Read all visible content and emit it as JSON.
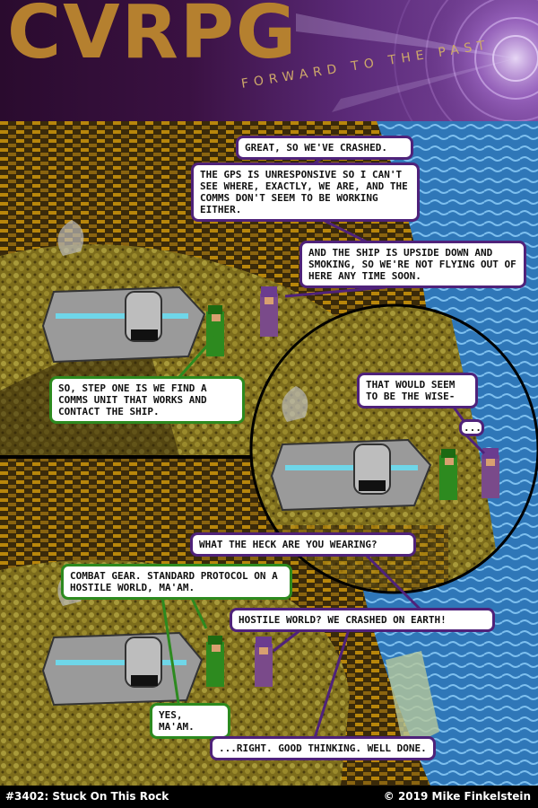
{
  "header": {
    "title": "CVRPG",
    "subtitle": "FORWARD TO THE PAST",
    "colors": {
      "title": "#b5802f",
      "background": "#3a1142",
      "glow": "#c9a0e8"
    }
  },
  "comic": {
    "dialogue": [
      {
        "id": "b1",
        "speaker": "woman",
        "text": "Great, so we've crashed."
      },
      {
        "id": "b2",
        "speaker": "woman",
        "text": "The GPS is unresponsive so I can't see where, exactly, we are, and the comms don't seem to be working either."
      },
      {
        "id": "b3",
        "speaker": "woman",
        "text": "And the ship is upside down and smoking, so we're not flying out of here any time soon."
      },
      {
        "id": "b4",
        "speaker": "soldier",
        "text": "So, step one is we find a comms unit that works and contact the ship."
      },
      {
        "id": "b5",
        "speaker": "woman",
        "text": "That would seem to be the wise-"
      },
      {
        "id": "b6",
        "speaker": "woman",
        "text": "..."
      },
      {
        "id": "b7",
        "speaker": "woman",
        "text": "What the heck are you wearing?"
      },
      {
        "id": "b8",
        "speaker": "soldier",
        "text": "Combat gear. Standard protocol on a hostile world, ma'am."
      },
      {
        "id": "b9",
        "speaker": "woman",
        "text": "Hostile world? We crashed on Earth!"
      },
      {
        "id": "b10",
        "speaker": "soldier",
        "text": "Yes, ma'am."
      },
      {
        "id": "b11",
        "speaker": "woman",
        "text": "...Right. Good thinking. Well done."
      }
    ],
    "colors": {
      "woman_border": "#4f227a",
      "soldier_border": "#2d8a1f",
      "ground": "#8a7a22",
      "water": "#3f8fd0"
    }
  },
  "footer": {
    "episode": "#3402: Stuck On This Rock",
    "copyright": "© 2019 Mike Finkelstein"
  }
}
